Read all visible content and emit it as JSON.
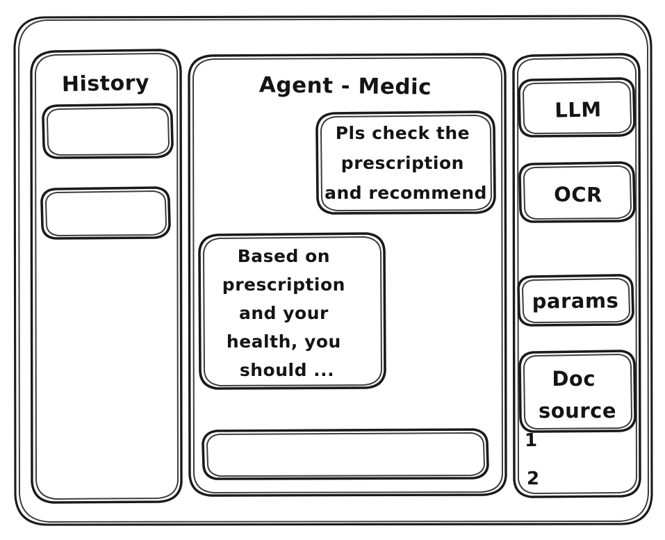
{
  "app": {
    "style": "hand-drawn wireframe",
    "stroke_color": "#1a1a1a",
    "background_color": "#ffffff"
  },
  "sidebar_left": {
    "title": "History",
    "items": [
      {
        "label": ""
      },
      {
        "label": ""
      }
    ]
  },
  "main": {
    "title": "Agent - Medic",
    "messages": [
      {
        "role": "user",
        "align": "right",
        "lines": [
          "Pls check the",
          "prescription",
          "and recommend"
        ]
      },
      {
        "role": "assistant",
        "align": "left",
        "lines": [
          "Based on",
          "prescription",
          "and your",
          "health, you",
          "should ..."
        ]
      }
    ],
    "composer": {
      "value": "",
      "placeholder": ""
    }
  },
  "sidebar_right": {
    "chips": [
      {
        "name": "llm",
        "lines": [
          "LLM"
        ]
      },
      {
        "name": "ocr",
        "lines": [
          "OCR"
        ]
      },
      {
        "name": "params",
        "lines": [
          "params"
        ]
      },
      {
        "name": "doc-source",
        "lines": [
          "Doc",
          "source"
        ]
      }
    ],
    "doc_list": [
      {
        "label": "1"
      },
      {
        "label": "2"
      }
    ]
  }
}
